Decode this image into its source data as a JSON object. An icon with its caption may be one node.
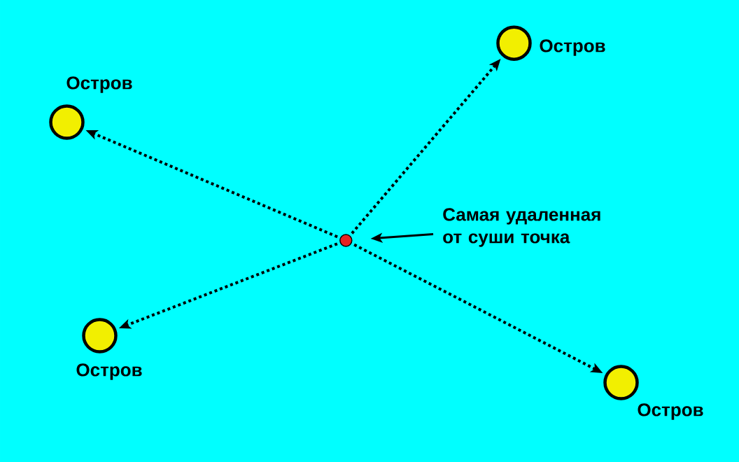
{
  "diagram": {
    "nodes": [
      {
        "text": [],
        "shape": "circle",
        "beside": [
          "Остров"
        ]
      },
      {
        "text": [],
        "shape": "circle",
        "beside": [
          "Остров"
        ]
      },
      {
        "text": [
          "Самая удаленная от суши точка"
        ]
      },
      {
        "text": [],
        "shape": "circle"
      },
      {
        "text": [],
        "shape": "circle",
        "beside": [
          "Остров"
        ]
      },
      {
        "text": [],
        "shape": "circle",
        "beside": [
          "Остров"
        ]
      }
    ],
    "edges": [
      {
        "from": 3,
        "to": 0,
        "arrow": "to",
        "style": "dashed"
      },
      {
        "from": 3,
        "to": 1,
        "arrow": "to",
        "style": "dashed"
      },
      {
        "from": 3,
        "to": 4,
        "arrow": "to",
        "style": "dashed"
      },
      {
        "from": 3,
        "to": 5,
        "arrow": "to",
        "style": "dashed"
      },
      {
        "from": 2,
        "to": 3,
        "arrow": "to"
      }
    ]
  }
}
